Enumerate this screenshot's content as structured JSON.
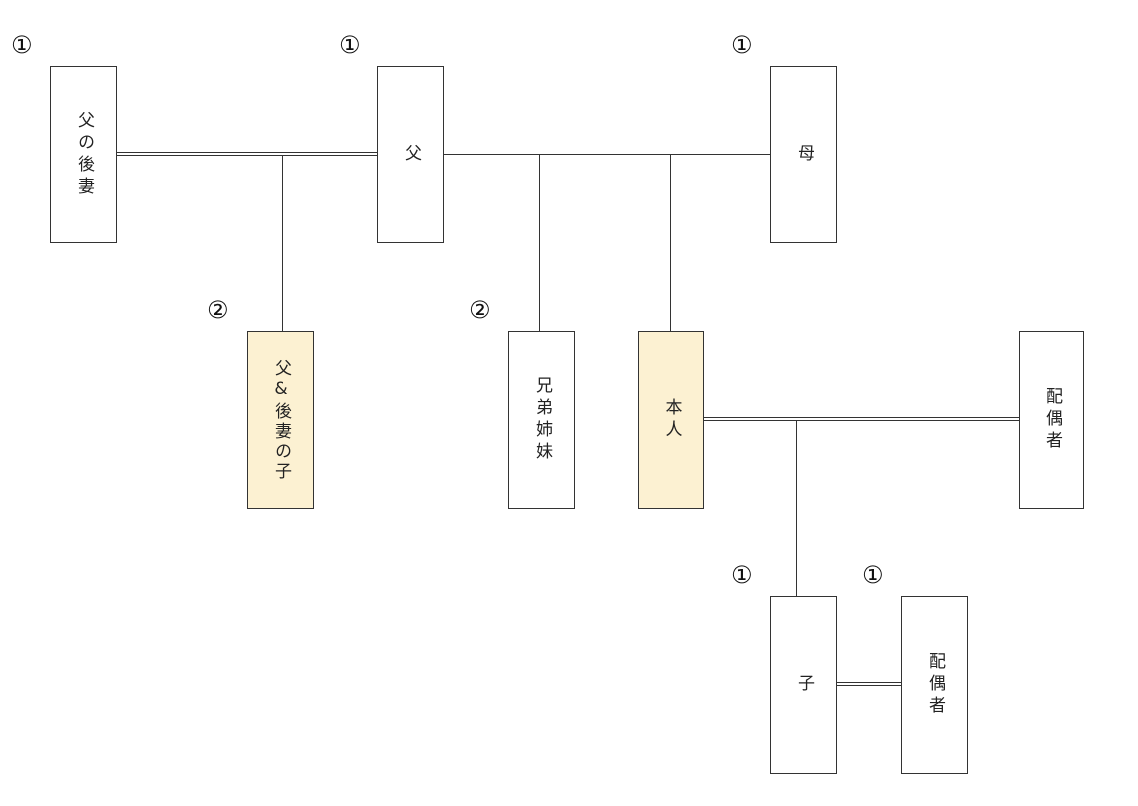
{
  "title": "相続関係図",
  "colors": {
    "highlight": "#fcf1d2",
    "line": "#333333",
    "box": "#ffffff"
  },
  "persons": [
    {
      "id": "father_second_wife",
      "label": "父の後妻",
      "rank": "①",
      "highlight": false
    },
    {
      "id": "father",
      "label": "父",
      "rank": "①",
      "highlight": false
    },
    {
      "id": "mother",
      "label": "母",
      "rank": "①",
      "highlight": false
    },
    {
      "id": "half_sibling",
      "label": "父&後妻の子",
      "rank": "②",
      "highlight": true
    },
    {
      "id": "siblings",
      "label": "兄弟姉妹",
      "rank": "②",
      "highlight": false
    },
    {
      "id": "self",
      "label": "本人",
      "rank": "",
      "highlight": true
    },
    {
      "id": "spouse",
      "label": "配偶者",
      "rank": "",
      "highlight": false
    },
    {
      "id": "child",
      "label": "子",
      "rank": "①",
      "highlight": false
    },
    {
      "id": "child_spouse",
      "label": "配偶者",
      "rank": "①",
      "highlight": false
    }
  ],
  "relations": [
    {
      "from": "father_second_wife",
      "to": "father",
      "type": "marriage"
    },
    {
      "from": "father",
      "to": "mother",
      "type": "marriage-line"
    },
    {
      "from": "father_second_wife+father",
      "to": "half_sibling",
      "type": "parent-child"
    },
    {
      "from": "father+mother",
      "to": "siblings",
      "type": "parent-child"
    },
    {
      "from": "father+mother",
      "to": "self",
      "type": "parent-child"
    },
    {
      "from": "self",
      "to": "spouse",
      "type": "marriage"
    },
    {
      "from": "self+spouse",
      "to": "child",
      "type": "parent-child"
    },
    {
      "from": "child",
      "to": "child_spouse",
      "type": "marriage"
    }
  ]
}
